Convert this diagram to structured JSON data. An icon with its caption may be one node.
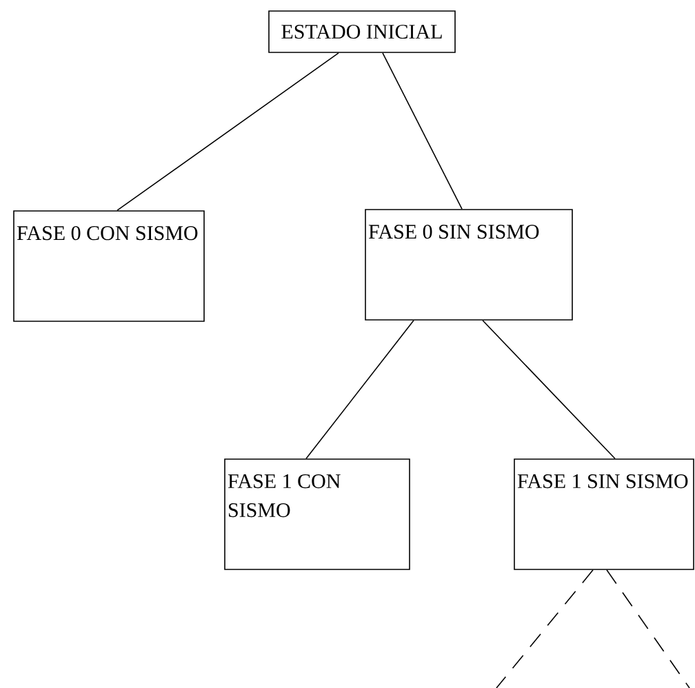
{
  "diagram": {
    "nodes": [
      {
        "text": [
          "ESTADO INICIAL"
        ]
      },
      {
        "text": [
          "FASE 0 CON SISMO"
        ]
      },
      {
        "text": [
          "FASE 0 SIN SISMO"
        ]
      },
      {
        "text": [
          "FASE 1 CON SISMO"
        ]
      },
      {
        "text": [
          "FASE 1 SIN SISMO"
        ]
      }
    ],
    "edges": [
      {
        "from": 0,
        "to": 1,
        "arrow": "none"
      },
      {
        "from": 0,
        "to": 2,
        "arrow": "none"
      },
      {
        "from": 2,
        "to": 3,
        "arrow": "none"
      },
      {
        "from": 2,
        "to": 4,
        "arrow": "none"
      },
      {
        "from": 4,
        "to": null,
        "arrow": "none",
        "style": "dashed"
      },
      {
        "from": 4,
        "to": null,
        "arrow": "none",
        "style": "dashed"
      }
    ]
  }
}
